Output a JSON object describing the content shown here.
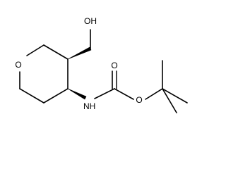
{
  "molecule": {
    "atoms": {
      "hydroxyl": "OH",
      "ring_oxygen": "O",
      "carbamate_nh": "NH",
      "carbonyl_oxygen": "O",
      "ester_oxygen": "O"
    },
    "bond_color": "#000000",
    "background": "#ffffff"
  }
}
